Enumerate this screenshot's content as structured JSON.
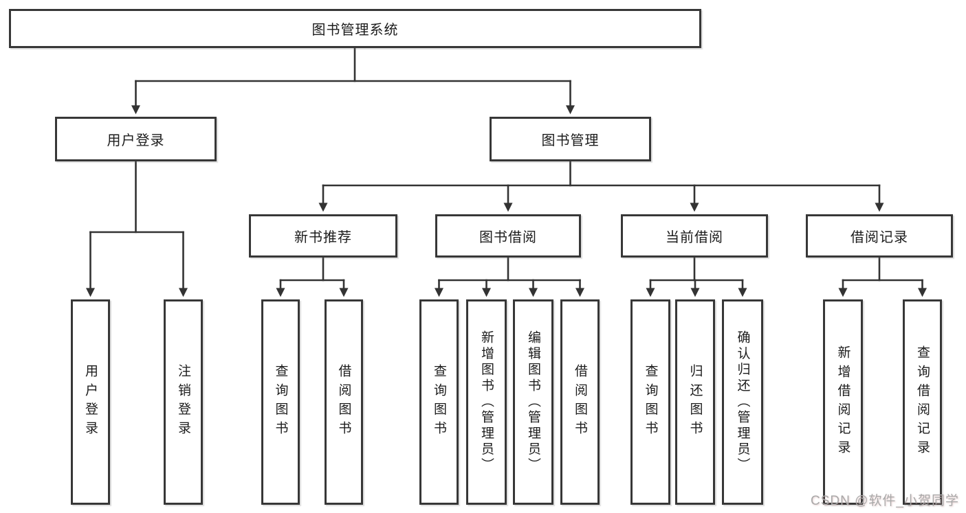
{
  "title": "图书管理系统",
  "level2": {
    "user_login": "用户登录",
    "book_mgmt": "图书管理"
  },
  "level3": {
    "new_book": "新书推荐",
    "borrow": "图书借阅",
    "current": "当前借阅",
    "records": "借阅记录"
  },
  "leaves": {
    "user_login": [
      "用户登录",
      "注销登录"
    ],
    "new_book": [
      "查询图书",
      "借阅图书"
    ],
    "borrow": [
      "查询图书",
      "新增图书（管理员）",
      "编辑图书（管理员）",
      "借阅图书"
    ],
    "current": [
      "查询图书",
      "归还图书",
      "确认归还（管理员）"
    ],
    "records": [
      "新增借阅记录",
      "查询借阅记录"
    ]
  },
  "watermark": "CSDN @软件_小贺同学",
  "colors": {
    "line": "#333333",
    "border": "#373737",
    "text": "#1c1c1c",
    "watermark": "#a9a9a9"
  }
}
